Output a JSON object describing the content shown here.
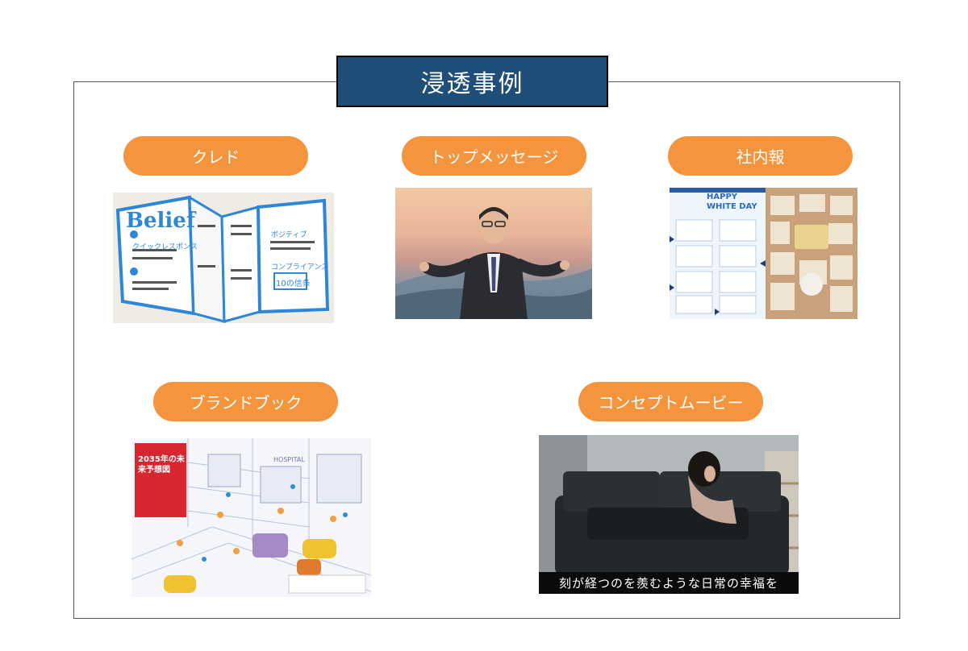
{
  "header": {
    "title": "浸透事例"
  },
  "cases": [
    {
      "label": "クレド"
    },
    {
      "label": "トップメッセージ"
    },
    {
      "label": "社内報"
    },
    {
      "label": "ブランドブック"
    },
    {
      "label": "コンセプトムービー"
    }
  ],
  "credo_image": {
    "heading": "Belief",
    "items": [
      "クイックレスポンス",
      "ポジティブ",
      "コンプライアンス"
    ],
    "badge": "10の信条"
  },
  "newsletter_image": {
    "headline": "HAPPY WHITE DAY"
  },
  "brandbook_image": {
    "title": "2035年の未来予想図",
    "sign": "HOSPITAL"
  },
  "movie_image": {
    "subtitle": "刻が経つのを羨むような日常の幸福を"
  },
  "colors": {
    "title_bg": "#1f4e79",
    "pill_bg": "#f4943d",
    "frame": "#555555"
  }
}
